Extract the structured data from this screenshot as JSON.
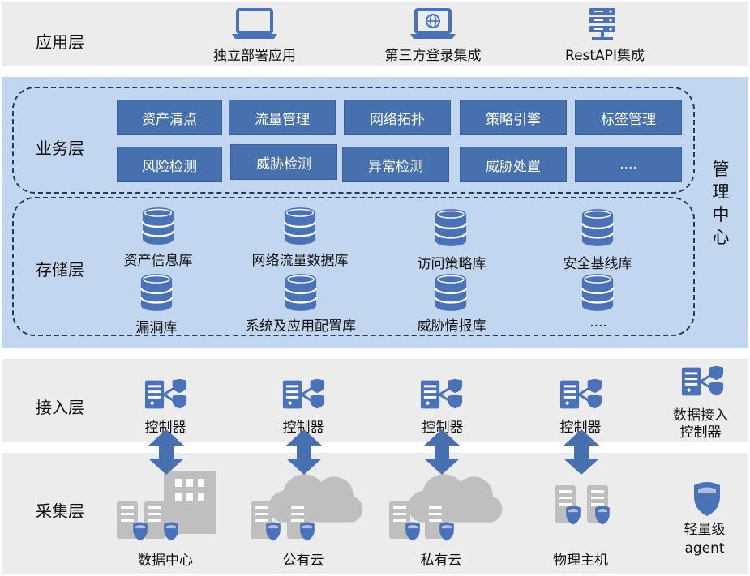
{
  "app_layer": {
    "title": "应用层",
    "items": [
      {
        "label": "独立部署应用",
        "icon": "laptop-icon"
      },
      {
        "label": "第三方登录集成",
        "icon": "web-laptop-icon"
      },
      {
        "label": "RestAPI集成",
        "icon": "server-rack-icon"
      }
    ]
  },
  "business_layer": {
    "title": "业务层",
    "row1": [
      "资产清点",
      "流量管理",
      "网络拓扑",
      "策略引擎",
      "标签管理"
    ],
    "row2": [
      "风险检测",
      "威胁检测",
      "异常检测",
      "威胁处置",
      "...."
    ]
  },
  "storage_layer": {
    "title": "存储层",
    "row1": [
      "资产信息库",
      "网络流量数据库",
      "访问策略库",
      "安全基线库"
    ],
    "row2": [
      "漏洞库",
      "系统及应用配置库",
      "威胁情报库",
      "...."
    ]
  },
  "management_center": {
    "label": "管理中心"
  },
  "access_layer": {
    "title": "接入层",
    "controllers": [
      "控制器",
      "控制器",
      "控制器",
      "控制器"
    ],
    "data_controller": "数据接入控制器"
  },
  "collect_layer": {
    "title": "采集层",
    "items": [
      "数据中心",
      "公有云",
      "私有云",
      "物理主机"
    ],
    "agent_label": "轻量级agent"
  },
  "colors": {
    "layer_gray": "#ececec",
    "center_blue": "#c3d6f0",
    "box_blue": "#4670ae",
    "icon_blue": "#4a72b8",
    "icon_gray": "#bfbfbf"
  }
}
